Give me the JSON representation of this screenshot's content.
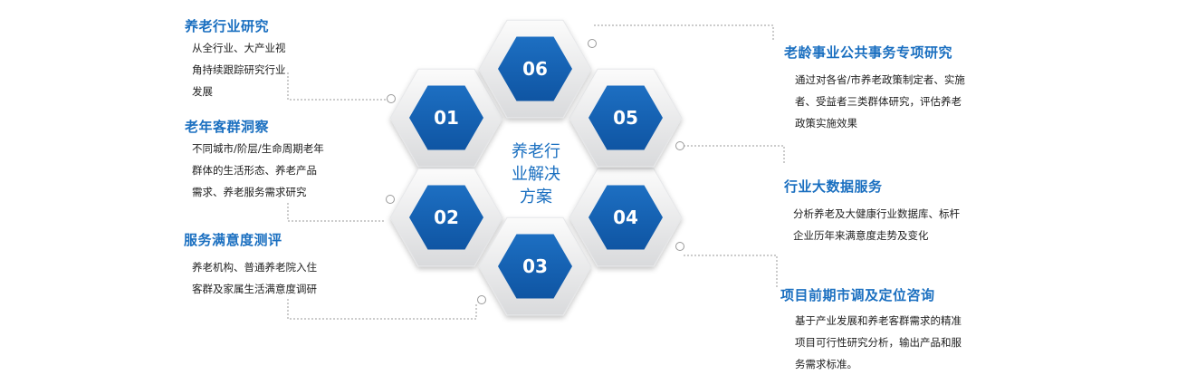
{
  "center_label": [
    "养老行",
    "业解决",
    "方案"
  ],
  "hexagons": [
    {
      "num": "01"
    },
    {
      "num": "02"
    },
    {
      "num": "03"
    },
    {
      "num": "04"
    },
    {
      "num": "05"
    },
    {
      "num": "06"
    }
  ],
  "services": [
    {
      "title": "养老行业研究",
      "lines": [
        "从全行业、大产业视",
        "角持续跟踪研究行业",
        "发展"
      ]
    },
    {
      "title": "老年客群洞察",
      "lines": [
        "不同城市/阶层/生命周期老年",
        "群体的生活形态、养老产品",
        "需求、养老服务需求研究"
      ]
    },
    {
      "title": "服务满意度测评",
      "lines": [
        "养老机构、普通养老院入住",
        "客群及家属生活满意度调研"
      ]
    },
    {
      "title": "老龄事业公共事务专项研究",
      "lines": [
        "通过对各省/市养老政策制定者、实施",
        "者、受益者三类群体研究，评估养老",
        "政策实施效果"
      ]
    },
    {
      "title": "行业大数据服务",
      "lines": [
        "分析养老及大健康行业数据库、标杆",
        "企业历年来满意度走势及变化"
      ]
    },
    {
      "title": "项目前期市调及定位咨询",
      "lines": [
        "基于产业发展和养老客群需求的精准",
        "项目可行性研究分析，输出产品和服",
        "务需求标准。"
      ]
    }
  ],
  "colors": {
    "accent": "#1a6fc0",
    "hex_blue": "#1560b0",
    "connector": "#999999"
  }
}
